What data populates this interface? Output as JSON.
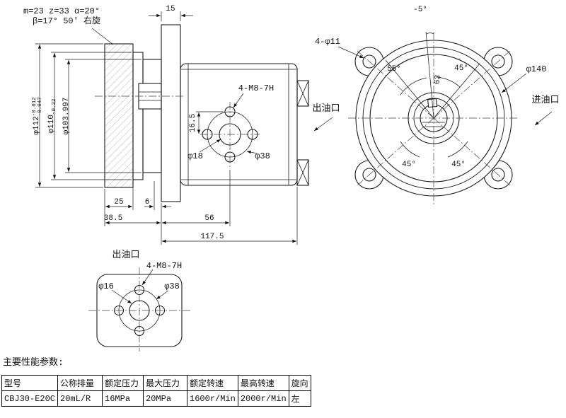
{
  "colors": {
    "background": "#ffffff",
    "line": "#1a1a1a"
  },
  "drawing": {
    "gear_note_line1": "m=23 z=33 α=20°",
    "gear_note_line2": "β=17° 50′ 右旋",
    "side_view": {
      "dim_15": "15",
      "dia_112_base": "φ112",
      "dia_112_sup": "-0.012",
      "dia_112_sub": "-0.047",
      "dia_110_base": "φ110",
      "dia_110_sub": "-0.22",
      "dia_103": "φ103.997",
      "label_4m8": "4-M8-7H",
      "dim_16_5": "16.5",
      "dia_18": "φ18",
      "dia_38": "φ38",
      "dim_25": "25",
      "dim_6": "6",
      "dim_38_5": "38.5",
      "dim_56": "56",
      "dim_117_5": "117.5"
    },
    "front_view": {
      "dim_minus5": "-5°",
      "label_4phi11": "4-φ11",
      "dia_140": "φ140",
      "angle_55": "55°",
      "angle_45_top": "45°",
      "dim_63": "63",
      "angle_45_bottom_left": "45°",
      "angle_45_bottom_right": "45°",
      "outlet_label": "出油口",
      "inlet_label": "进油口"
    },
    "port_view": {
      "outlet_label": "出油口",
      "label_4m8": "4-M8-7H",
      "dia_16": "φ16",
      "dia_38": "φ38"
    }
  },
  "table": {
    "caption": "主要性能参数:",
    "headers": [
      "型号",
      "公称排量",
      "额定压力",
      "最大压力",
      "额定转速",
      "最高转速",
      "旋向"
    ],
    "row": [
      "CBJ30-E20C",
      "20mL/R",
      "16MPa",
      "20MPa",
      "1600r/Min",
      "2000r/Min",
      "左"
    ]
  }
}
